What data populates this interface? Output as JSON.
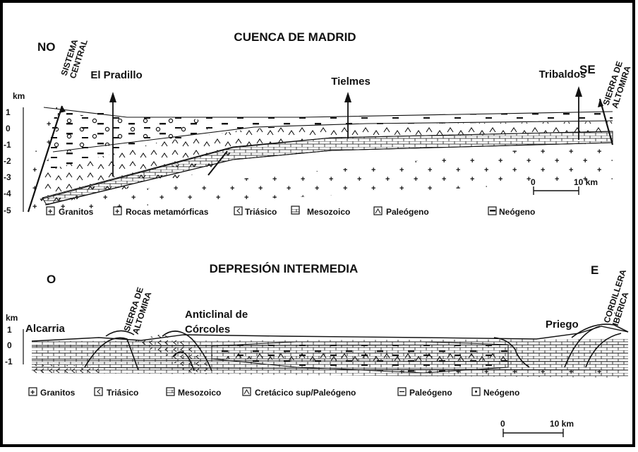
{
  "section1": {
    "title": "CUENCA DE MADRID",
    "left_dir": "NO",
    "right_dir": "SE",
    "left_range": [
      "SISTEMA",
      "CENTRAL"
    ],
    "right_range": [
      "SIERRA DE",
      "ALTOMIRA"
    ],
    "wells": [
      "El Pradillo",
      "Tielmes",
      "Tribaldos"
    ],
    "axis_unit": "km",
    "axis_ticks": [
      "1",
      "0",
      "-1",
      "-2",
      "-3",
      "-4",
      "-5"
    ],
    "scale": {
      "start": "0",
      "end": "10 km"
    },
    "legend": [
      "Granitos",
      "Rocas metamórficas",
      "Triásico",
      "Mesozoico",
      "Paleógeno",
      "Neógeno"
    ]
  },
  "section2": {
    "title": "DEPRESIÓN INTERMEDIA",
    "left_dir": "O",
    "right_dir": "E",
    "left_range": [
      "SIERRA DE",
      "ALTOMIRA"
    ],
    "right_range": [
      "CORDILLERA",
      "IBÉRICA"
    ],
    "places": {
      "alcarria": "Alcarria",
      "anticlinal": [
        "Anticlinal de",
        "Córcoles"
      ],
      "priego": "Priego"
    },
    "axis_unit": "km",
    "axis_ticks": [
      "1",
      "0",
      "-1"
    ],
    "scale": {
      "start": "0",
      "end": "10 km"
    },
    "legend": [
      "Granitos",
      "Triásico",
      "Mesozoico",
      "Cretácico sup/Paleógeno",
      "Paleógeno",
      "Neógeno"
    ]
  }
}
